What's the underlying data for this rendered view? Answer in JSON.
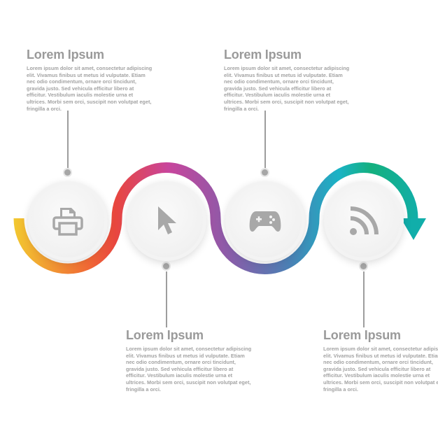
{
  "steps": [
    {
      "title": "Lorem Ipsum",
      "body": "Lorem ipsum dolor sit amet, consectetur adipiscing elit. Vivamus finibus ut metus id vulputate. Etiam nec odio condimentum, ornare orci tincidunt, gravida justo. Sed vehicula efficitur libero at efficitur. Vestibulum iaculis molestie urna et ultrices. Morbi sem orci, suscipit non volutpat eget, fringilla a orci.",
      "icon": "printer-icon"
    },
    {
      "title": "Lorem Ipsum",
      "body": "Lorem ipsum dolor sit amet, consectetur adipiscing elit. Vivamus finibus ut metus id vulputate. Etiam nec odio condimentum, ornare orci tincidunt, gravida justo. Sed vehicula efficitur libero at efficitur. Vestibulum iaculis molestie urna et ultrices. Morbi sem orci, suscipit non volutpat eget, fringilla a orci.",
      "icon": "cursor-icon"
    },
    {
      "title": "Lorem Ipsum",
      "body": "Lorem ipsum dolor sit amet, consectetur adipiscing elit. Vivamus finibus ut metus id vulputate. Etiam nec odio condimentum, ornare orci tincidunt, gravida justo. Sed vehicula efficitur libero at efficitur. Vestibulum iaculis molestie urna et ultrices. Morbi sem orci, suscipit non volutpat eget, fringilla a orci.",
      "icon": "gamepad-icon"
    },
    {
      "title": "Lorem Ipsum",
      "body": "Lorem ipsum dolor sit amet, consectetur adipiscing elit. Vivamus finibus ut metus id vulputate. Etiam nec odio condimentum, ornare orci tincidunt, gravida justo. Sed vehicula efficitur libero at efficitur. Vestibulum iaculis molestie urna et ultrices. Morbi sem orci, suscipit non volutpat eget, fringilla a orci.",
      "icon": "rss-icon"
    }
  ],
  "colors": {
    "gradient": [
      "#f2c830",
      "#f06a35",
      "#e8463e",
      "#c8459c",
      "#8e5aa8",
      "#4a80b4",
      "#1ab3c5",
      "#14b07e",
      "#11aeaa"
    ],
    "icon": "#a8a8a8",
    "text": "#9a9a9a"
  }
}
